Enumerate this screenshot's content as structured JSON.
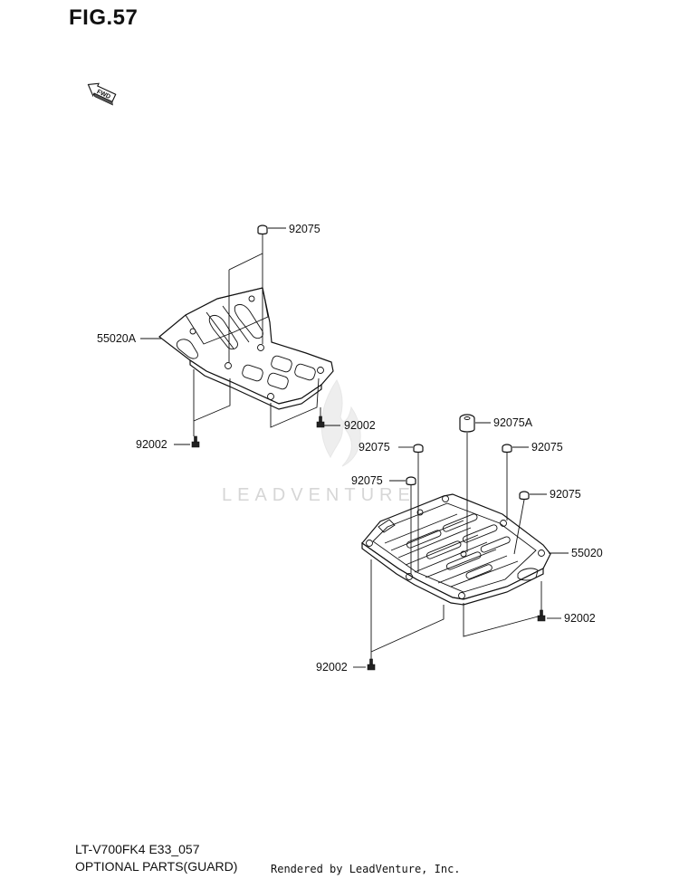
{
  "figure": {
    "title": "FIG.57",
    "model_code": "LT-V700FK4 E33_057",
    "section_name": "OPTIONAL PARTS(GUARD)",
    "rendered_by": "Rendered by LeadVenture, Inc.",
    "watermark": "LEADVENTURE",
    "direction_arrow": "FWD"
  },
  "callouts": {
    "upper_guard_collar": "92075",
    "upper_guard": "55020A",
    "upper_guard_bolt_right": "92002",
    "upper_guard_bolt_left": "92002",
    "lower_guard_collar_large": "92075A",
    "lower_guard_collar_left_top": "92075",
    "lower_guard_collar_right_top": "92075",
    "lower_guard_collar_left_mid": "92075",
    "lower_guard_collar_right_mid": "92075",
    "lower_guard": "55020",
    "lower_guard_bolt_right": "92002",
    "lower_guard_bolt_bottom": "92002"
  },
  "icons": {
    "fwd_arrow": "fwd-arrow-icon",
    "watermark_logo": "leadventure-flame-icon"
  }
}
